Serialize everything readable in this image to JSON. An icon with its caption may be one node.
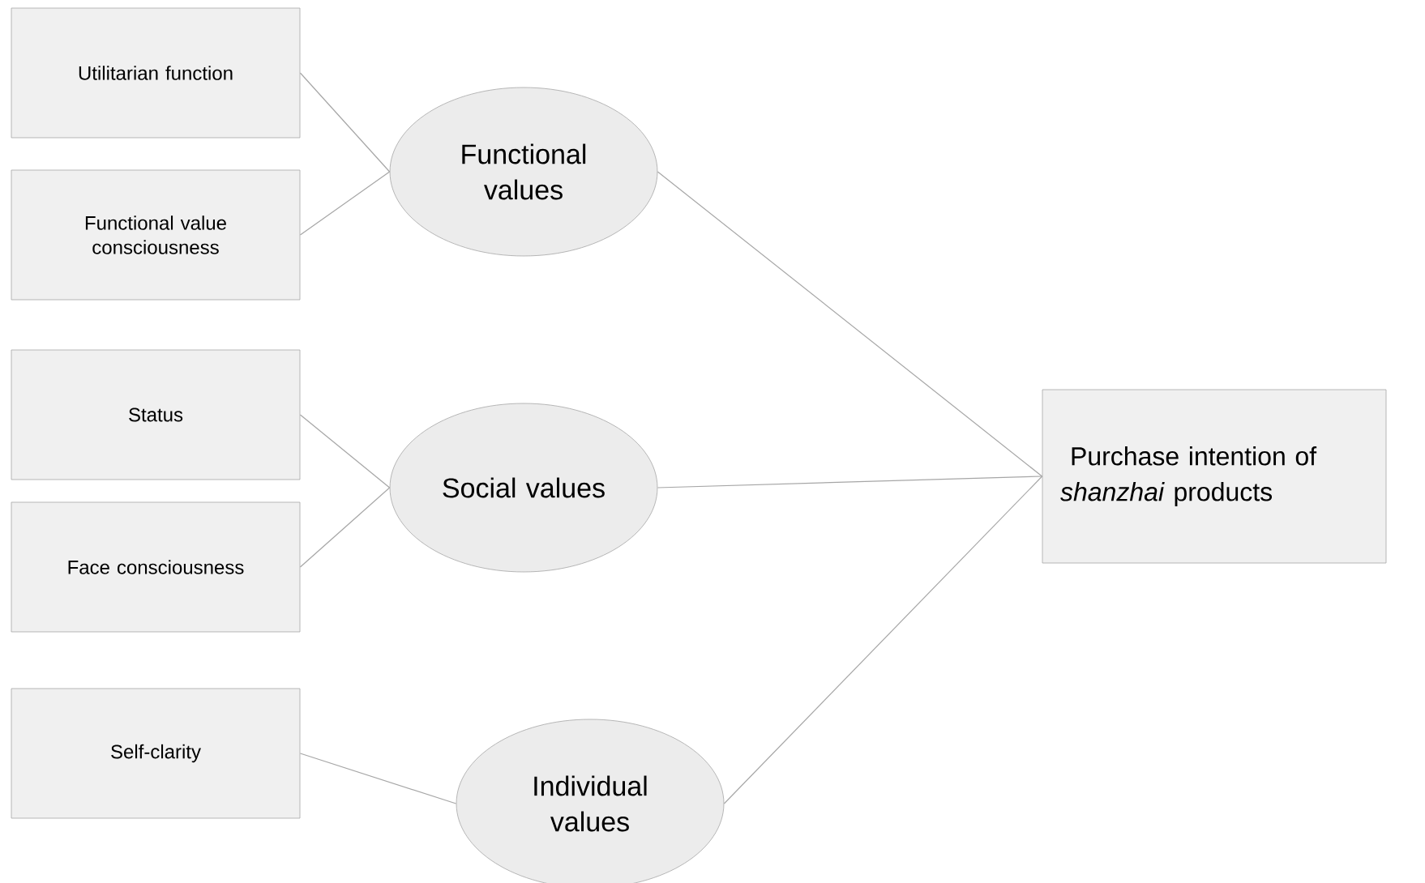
{
  "diagram": {
    "nodes": [
      {
        "text": [
          "Utilitarian function"
        ]
      },
      {
        "text": [
          "Functional value consciousness"
        ]
      },
      {
        "text": [
          "Status"
        ]
      },
      {
        "text": [
          "Face consciousness"
        ]
      },
      {
        "text": [
          "Self-clarity"
        ]
      },
      {
        "text": [
          "Functional values"
        ]
      },
      {
        "text": [
          "Social values"
        ]
      },
      {
        "text": [
          "Individual values"
        ]
      },
      {
        "text": [
          "Purchase intention of *shanzhai* products"
        ]
      }
    ],
    "edges": [
      {
        "from": 0,
        "to": 5,
        "arrow": "none"
      },
      {
        "from": 1,
        "to": 5,
        "arrow": "none"
      },
      {
        "from": 2,
        "to": 6,
        "arrow": "none"
      },
      {
        "from": 3,
        "to": 6,
        "arrow": "none"
      },
      {
        "from": 4,
        "to": 7,
        "arrow": "none"
      },
      {
        "from": 5,
        "to": 8,
        "arrow": "none"
      },
      {
        "from": 6,
        "to": 8,
        "arrow": "none"
      },
      {
        "from": 7,
        "to": 8,
        "arrow": "none"
      }
    ]
  }
}
